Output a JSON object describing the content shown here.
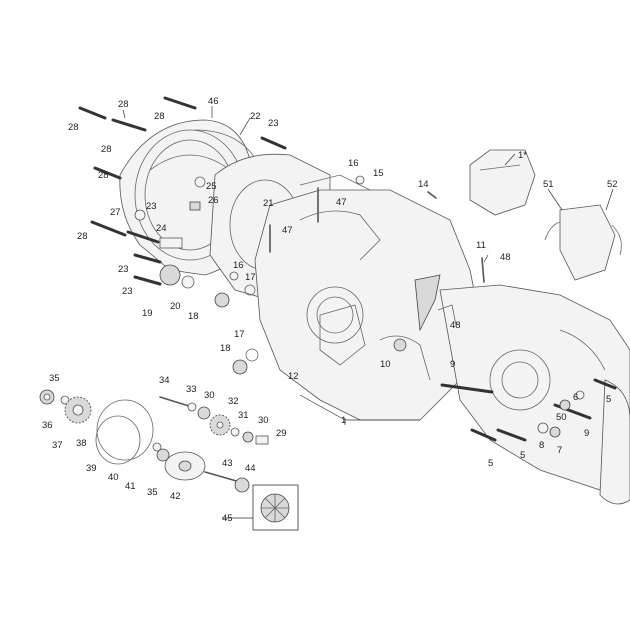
{
  "callouts": [
    {
      "id": "c1",
      "text": "1"
    },
    {
      "id": "c1s",
      "text": "1*"
    },
    {
      "id": "c5a",
      "text": "5"
    },
    {
      "id": "c5b",
      "text": "5"
    },
    {
      "id": "c5c",
      "text": "5"
    },
    {
      "id": "c6",
      "text": "6"
    },
    {
      "id": "c7",
      "text": "7"
    },
    {
      "id": "c8",
      "text": "8"
    },
    {
      "id": "c9a",
      "text": "9"
    },
    {
      "id": "c9b",
      "text": "9"
    },
    {
      "id": "c10",
      "text": "10"
    },
    {
      "id": "c11",
      "text": "11"
    },
    {
      "id": "c12",
      "text": "12"
    },
    {
      "id": "c14",
      "text": "14"
    },
    {
      "id": "c15",
      "text": "15"
    },
    {
      "id": "c16a",
      "text": "16"
    },
    {
      "id": "c16b",
      "text": "16"
    },
    {
      "id": "c17a",
      "text": "17"
    },
    {
      "id": "c17b",
      "text": "17"
    },
    {
      "id": "c18a",
      "text": "18"
    },
    {
      "id": "c18b",
      "text": "18"
    },
    {
      "id": "c19",
      "text": "19"
    },
    {
      "id": "c20",
      "text": "20"
    },
    {
      "id": "c21",
      "text": "21"
    },
    {
      "id": "c22",
      "text": "22"
    },
    {
      "id": "c23a",
      "text": "23"
    },
    {
      "id": "c23b",
      "text": "23"
    },
    {
      "id": "c23c",
      "text": "23"
    },
    {
      "id": "c23d",
      "text": "23"
    },
    {
      "id": "c24",
      "text": "24"
    },
    {
      "id": "c25",
      "text": "25"
    },
    {
      "id": "c26",
      "text": "26"
    },
    {
      "id": "c27",
      "text": "27"
    },
    {
      "id": "c28a",
      "text": "28"
    },
    {
      "id": "c28b",
      "text": "28"
    },
    {
      "id": "c28c",
      "text": "28"
    },
    {
      "id": "c28d",
      "text": "28"
    },
    {
      "id": "c28e",
      "text": "28"
    },
    {
      "id": "c28f",
      "text": "28"
    },
    {
      "id": "c29",
      "text": "29"
    },
    {
      "id": "c30a",
      "text": "30"
    },
    {
      "id": "c30b",
      "text": "30"
    },
    {
      "id": "c31",
      "text": "31"
    },
    {
      "id": "c32",
      "text": "32"
    },
    {
      "id": "c33",
      "text": "33"
    },
    {
      "id": "c34",
      "text": "34"
    },
    {
      "id": "c35a",
      "text": "35"
    },
    {
      "id": "c35b",
      "text": "35"
    },
    {
      "id": "c36",
      "text": "36"
    },
    {
      "id": "c37",
      "text": "37"
    },
    {
      "id": "c38",
      "text": "38"
    },
    {
      "id": "c39",
      "text": "39"
    },
    {
      "id": "c40",
      "text": "40"
    },
    {
      "id": "c41",
      "text": "41"
    },
    {
      "id": "c42",
      "text": "42"
    },
    {
      "id": "c43",
      "text": "43"
    },
    {
      "id": "c44",
      "text": "44"
    },
    {
      "id": "c45",
      "text": "45"
    },
    {
      "id": "c46",
      "text": "46"
    },
    {
      "id": "c47a",
      "text": "47"
    },
    {
      "id": "c47b",
      "text": "47"
    },
    {
      "id": "c48a",
      "text": "48"
    },
    {
      "id": "c48b",
      "text": "48"
    },
    {
      "id": "c50",
      "text": "50"
    },
    {
      "id": "c51",
      "text": "51"
    },
    {
      "id": "c52",
      "text": "52"
    }
  ]
}
